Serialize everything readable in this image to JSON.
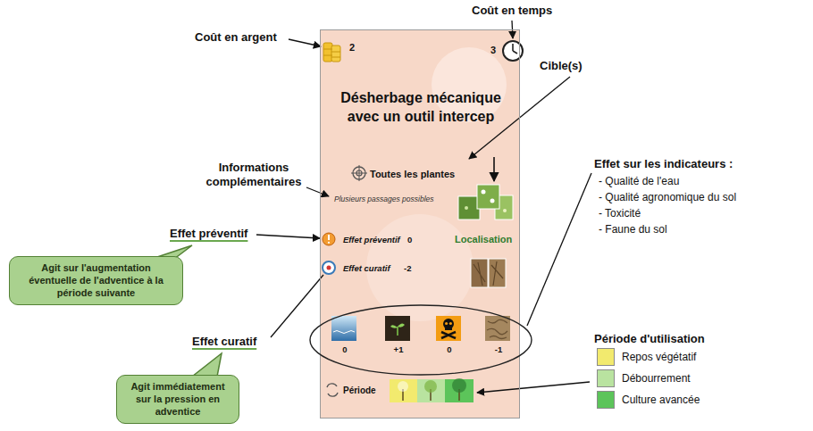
{
  "diagram": {
    "nodes": [
      {
        "text": [
          "2",
          "3",
          "Désherbage mécanique avec un outil intercep",
          "Toutes les plantes",
          "Plusieurs passages possibles",
          "Effet préventif",
          "0",
          "Localisation",
          "Effet curatif",
          "-2",
          "Période"
        ]
      },
      {
        "text": [
          "0",
          "+1",
          "0",
          "-1"
        ],
        "in": 0
      },
      {
        "text": [
          "Agit sur l'augmentation éventuelle de l'adventice à la période suivante"
        ]
      },
      {
        "text": [
          "Agit immédiatement sur la pression en adventice"
        ]
      }
    ],
    "labels": [
      "Coût en argent",
      "Coût en temps",
      "Cible(s)",
      "Informations complémentaires",
      "Effet sur les indicateurs :",
      "- Qualité de l'eau",
      "- Qualité agronomique du sol",
      "- Toxicité",
      "- Faune du sol",
      "Effet préventif",
      "Effet curatif",
      "Période d'utilisation"
    ],
    "legend": [
      {
        "text": "Repos végétatif",
        "color": "#f2ea6e"
      },
      {
        "text": "Débourrement",
        "color": "#b9e3a0"
      },
      {
        "text": "Culture avancée",
        "color": "#5cc45a"
      }
    ]
  }
}
